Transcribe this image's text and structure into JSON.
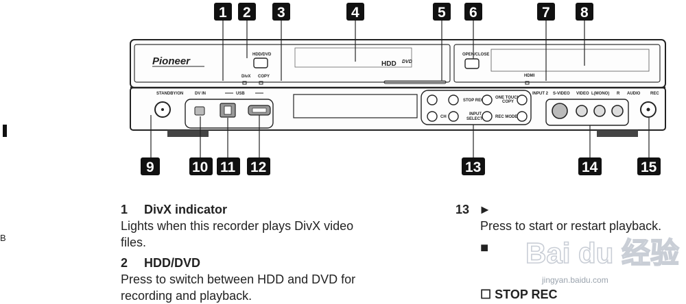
{
  "side": {
    "letter": "B"
  },
  "device": {
    "brand": "Pioneer",
    "hdd_dvd_label": "HDD/DVD",
    "divx_label": "DivX",
    "copy_label": "COPY",
    "hdd_label": "HDD",
    "dvd_label": "DVD",
    "open_close_label": "OPEN/CLOSE",
    "hdmi_label": "HDMI",
    "standby_label": "STANDBY/ON",
    "dvin_label": "DV IN",
    "usb_label": "USB",
    "stop_rec_label": "STOP REC",
    "one_touch_label_1": "ONE TOUCH",
    "one_touch_label_2": "COPY",
    "ch_label": "CH",
    "input_select_1": "INPUT",
    "input_select_2": "SELECT",
    "rec_mode_label": "REC MODE",
    "input2_label": "INPUT 2",
    "svideo_label": "S-VIDEO",
    "video_label": "VIDEO",
    "lmono_label": "L(MONO)",
    "r_label": "R",
    "audio_label": "AUDIO",
    "rec_label": "REC",
    "callouts": [
      "1",
      "2",
      "3",
      "4",
      "5",
      "6",
      "7",
      "8",
      "9",
      "10",
      "11",
      "12",
      "13",
      "14",
      "15"
    ]
  },
  "left_col": {
    "item1_num": "1",
    "item1_title": "DivX indicator",
    "item1_line1": "Lights when this recorder plays DivX video",
    "item1_line2": "files.",
    "item2_num": "2",
    "item2_title": "HDD/DVD",
    "item2_line1": "Press to switch between HDD and DVD for",
    "item2_line2": "recording and playback."
  },
  "right_col": {
    "item13_num": "13",
    "play_symbol": "►",
    "play_desc": "Press to start or restart playback.",
    "stop_symbol": "■",
    "stoprec_symbol": "☐",
    "stoprec_title": "STOP REC"
  },
  "watermark": {
    "text": "Bai du 经验",
    "url": "jingyan.baidu.com"
  }
}
